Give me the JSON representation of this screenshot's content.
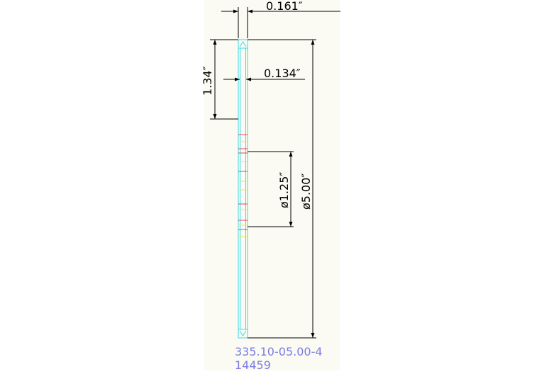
{
  "drawing": {
    "dim_top_width": "0.161″",
    "dim_inner_width": "0.134″",
    "dim_left_height": "1.34″",
    "dim_inner_diameter": "ø1.25″",
    "dim_overall_diameter": "ø5.00″",
    "part_number": "335.10-05.00-4",
    "serial_number": "14459"
  },
  "colors": {
    "sheet": "#fbfbf3",
    "line": "#000000",
    "part": "#33d8e8",
    "red_mark": "#e24a5a",
    "yellow_mark": "#f2e24a",
    "title_text": "#7b7be6"
  }
}
